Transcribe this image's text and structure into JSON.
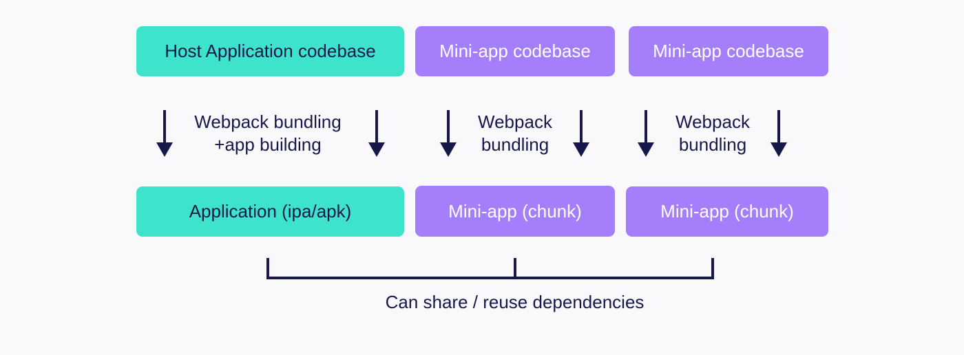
{
  "top_row": {
    "host_codebase": "Host Application codebase",
    "mini_codebase_1": "Mini-app codebase",
    "mini_codebase_2": "Mini-app codebase"
  },
  "steps": {
    "host": {
      "line1": "Webpack bundling",
      "line2": "+app building"
    },
    "mini_1": {
      "line1": "Webpack",
      "line2": "bundling"
    },
    "mini_2": {
      "line1": "Webpack",
      "line2": "bundling"
    }
  },
  "bottom_row": {
    "host_app": "Application (ipa/apk)",
    "mini_chunk_1": "Mini-app (chunk)",
    "mini_chunk_2": "Mini-app (chunk)"
  },
  "caption": "Can share / reuse dependencies",
  "colors": {
    "host": "#3ee3cc",
    "mini": "#a57ffb",
    "ink": "#17184a",
    "background": "#f9f9fc"
  },
  "icons": [
    "arrow-down-icon",
    "bracket"
  ]
}
